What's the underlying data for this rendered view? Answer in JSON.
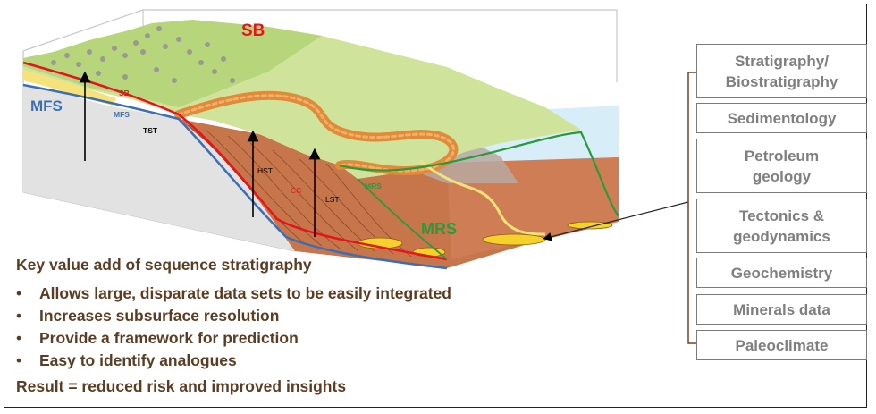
{
  "diagram": {
    "labels": {
      "sb_top": "SB",
      "sb_small": "SB",
      "mfs_big": "MFS",
      "mfs_small": "MFS",
      "tst": "TST",
      "hst": "HST",
      "cc": "CC",
      "lst": "LST",
      "mrs_small": "MRS",
      "mrs_big": "MRS"
    }
  },
  "summary": {
    "heading": "Key value add of sequence stratigraphy",
    "bullets": [
      "Allows large, disparate data sets to be easily integrated",
      "Increases subsurface resolution",
      "Provide a framework for prediction",
      "Easy to identify analogues"
    ],
    "bullet_glyph": "•",
    "result": "Result = reduced risk and improved insights"
  },
  "data_types": [
    "Stratigraphy/\nBiostratigraphy",
    "Sedimentology",
    "Petroleum\ngeology",
    "Tectonics &\ngeodynamics",
    "Geochemistry",
    "Minerals data",
    "Paleoclimate"
  ],
  "colors": {
    "sb": "#e8141c",
    "mfs": "#3a6fb5",
    "mrs": "#2a9a3a",
    "text_brown": "#5c3d24",
    "box_text": "#7f7f7f"
  }
}
